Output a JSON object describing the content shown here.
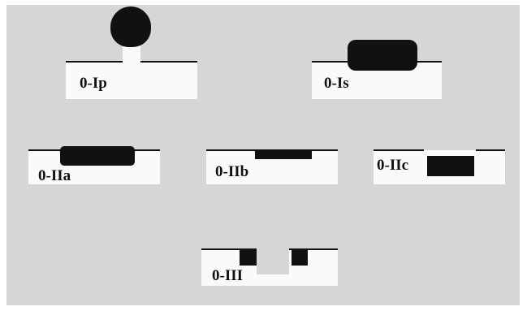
{
  "background_color": "#d6d6d6",
  "tissue_color": "#fafafa",
  "lesion_color": "#111111",
  "labels": {
    "ip": "0-Ip",
    "is": "0-Is",
    "iia": "0-IIa",
    "iib": "0-IIb",
    "iic": "0-IIc",
    "iii": "0-III"
  }
}
